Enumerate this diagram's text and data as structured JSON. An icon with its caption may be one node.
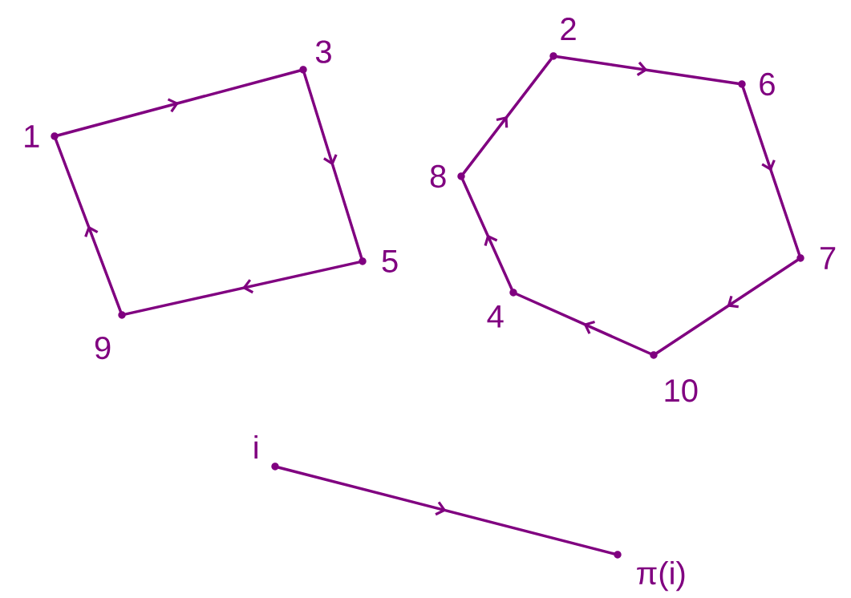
{
  "diagram": {
    "nodes": [
      {
        "text": [
          "1"
        ]
      },
      {
        "text": [
          "3"
        ]
      },
      {
        "text": [
          "5"
        ]
      },
      {
        "text": [
          "9"
        ]
      },
      {
        "text": [
          "2"
        ]
      },
      {
        "text": [
          "6"
        ]
      },
      {
        "text": [
          "7"
        ]
      },
      {
        "text": [
          "10"
        ]
      },
      {
        "text": [
          "4"
        ]
      },
      {
        "text": [
          "8"
        ]
      },
      {
        "text": [
          "i"
        ]
      },
      {
        "text": [
          "π(i)"
        ]
      }
    ],
    "edges": [
      {
        "from": 0,
        "to": 1,
        "arrow": "to"
      },
      {
        "from": 1,
        "to": 2,
        "arrow": "to"
      },
      {
        "from": 2,
        "to": 3,
        "arrow": "to"
      },
      {
        "from": 3,
        "to": 0,
        "arrow": "to"
      },
      {
        "from": 4,
        "to": 5,
        "arrow": "to"
      },
      {
        "from": 5,
        "to": 6,
        "arrow": "to"
      },
      {
        "from": 6,
        "to": 7,
        "arrow": "to"
      },
      {
        "from": 7,
        "to": 8,
        "arrow": "to"
      },
      {
        "from": 8,
        "to": 9,
        "arrow": "to"
      },
      {
        "from": 9,
        "to": 4,
        "arrow": "to"
      },
      {
        "from": 10,
        "to": 11,
        "arrow": "to"
      }
    ]
  }
}
